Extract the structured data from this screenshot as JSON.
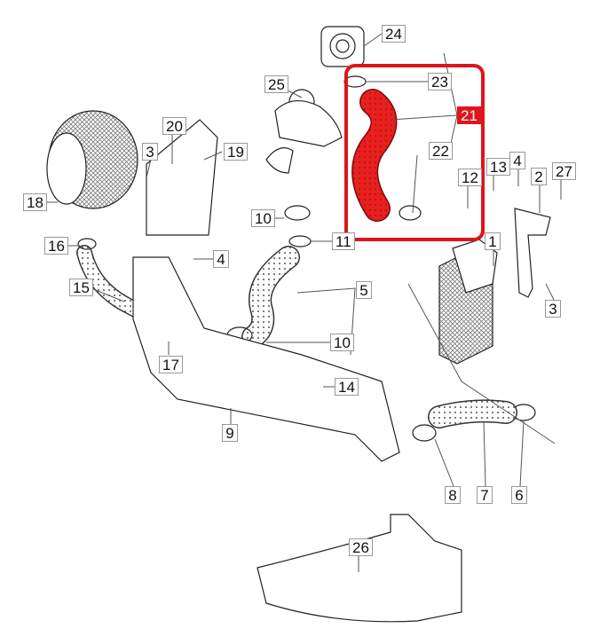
{
  "diagram": {
    "title": "Charge air hose assembly",
    "highlighted_part": "21",
    "highlight_color": "#e0141b",
    "labels": {
      "p24": "24",
      "p25": "25",
      "p23": "23",
      "p21": "21",
      "p22": "22",
      "p13": "13",
      "p12": "12",
      "p4a": "4",
      "p2": "2",
      "p27": "27",
      "p20": "20",
      "p3a": "3",
      "p19": "19",
      "p18": "18",
      "p16": "16",
      "p4b": "4",
      "p10a": "10",
      "p11": "11",
      "p1": "1",
      "p5": "5",
      "p15": "15",
      "p17": "17",
      "p10b": "10",
      "p14": "14",
      "p9": "9",
      "p8": "8",
      "p7": "7",
      "p6": "6",
      "p3b": "3",
      "p26": "26"
    }
  }
}
